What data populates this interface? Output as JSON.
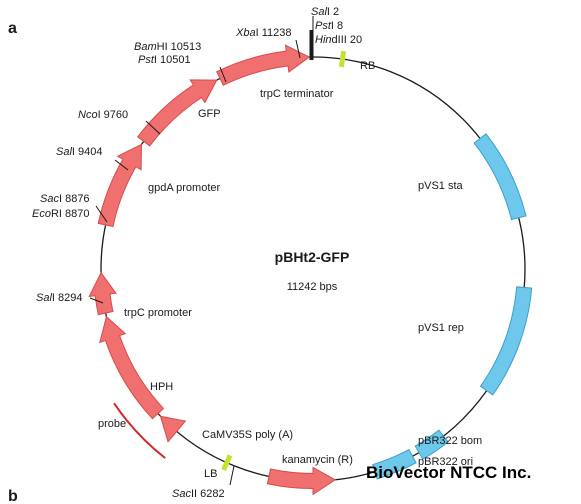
{
  "panel_labels": [
    "a",
    "b"
  ],
  "plasmid": {
    "name": "pBHt2-GFP",
    "size": "11242 bps"
  },
  "colors": {
    "backbone": "#1a1a1a",
    "red_feature": "#f07070",
    "red_stroke": "#d84a4a",
    "blue_feature": "#6ec8ec",
    "blue_stroke": "#3aa0cc",
    "marker": "#c8e030",
    "probe": "#d02828"
  },
  "features": [
    {
      "id": "gfp",
      "label": "GFP",
      "color": "red",
      "arrow": true
    },
    {
      "id": "trpc-terminator",
      "label": "trpC terminator",
      "color": "red",
      "arrow": true
    },
    {
      "id": "gpda-promoter",
      "label": "gpdA promoter",
      "color": "red",
      "arrow": true
    },
    {
      "id": "trpc-promoter",
      "label": "trpC promoter",
      "color": "red",
      "arrow": true
    },
    {
      "id": "hph",
      "label": "HPH",
      "color": "red",
      "arrow": true
    },
    {
      "id": "camv35s",
      "label": "CaMV35S poly (A)",
      "color": "red",
      "arrow": true
    },
    {
      "id": "kanamycin",
      "label": "kanamycin (R)",
      "color": "red",
      "arrow": true
    },
    {
      "id": "pvs1-sta",
      "label": "pVS1 sta",
      "color": "blue",
      "arrow": false
    },
    {
      "id": "pvs1-rep",
      "label": "pVS1 rep",
      "color": "blue",
      "arrow": false
    },
    {
      "id": "pbr322-bom",
      "label": "pBR322 bom",
      "color": "blue",
      "arrow": false
    },
    {
      "id": "pbr322-ori",
      "label": "pBR322 ori",
      "color": "blue",
      "arrow": false
    }
  ],
  "borders": {
    "rb": "RB",
    "lb": "LB"
  },
  "probe": "probe",
  "sites": [
    {
      "id": "sali-2",
      "enzyme": "Sal",
      "suffix": "I 2"
    },
    {
      "id": "psti-8",
      "enzyme": "Pst",
      "suffix": "I 8"
    },
    {
      "id": "hindiii-20",
      "enzyme": "Hin",
      "suffix": "dIII 20"
    },
    {
      "id": "xbai-11238",
      "enzyme": "Xba",
      "suffix": "I 11238"
    },
    {
      "id": "bamhi-10513",
      "enzyme": "Bam",
      "suffix": "HI 10513"
    },
    {
      "id": "psti-10501",
      "enzyme": "Pst",
      "suffix": "I 10501"
    },
    {
      "id": "ncoi-9760",
      "enzyme": "Nco",
      "suffix": "I 9760"
    },
    {
      "id": "sali-9404",
      "enzyme": "Sal",
      "suffix": "I 9404"
    },
    {
      "id": "saci-8876",
      "enzyme": "Sac",
      "suffix": "I 8876"
    },
    {
      "id": "ecori-8870",
      "enzyme": "Eco",
      "suffix": "RI 8870"
    },
    {
      "id": "sali-8294",
      "enzyme": "Sal",
      "suffix": "I 8294"
    },
    {
      "id": "sacii-6282",
      "enzyme": "Sac",
      "suffix": "II 6282"
    }
  ],
  "watermark": "BioVector NTCC Inc."
}
